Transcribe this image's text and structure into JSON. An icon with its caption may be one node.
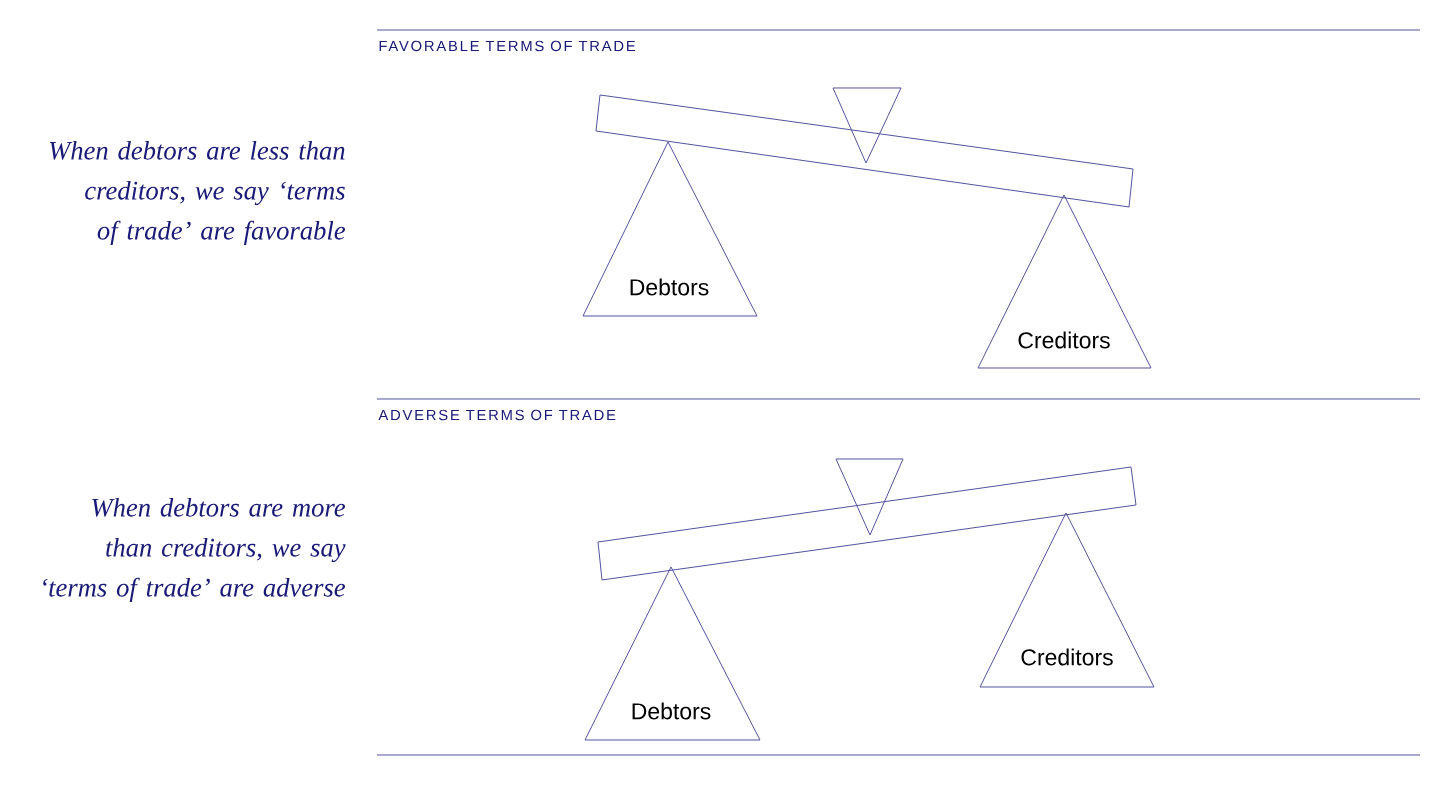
{
  "diagram": {
    "nodes": [
      {
        "text": [
          "Debtors"
        ]
      },
      {
        "text": [
          "Creditors"
        ]
      },
      {
        "text": [
          "Debtors"
        ]
      },
      {
        "text": [
          "Creditors"
        ]
      }
    ],
    "labels": [
      "FAVORABLE TERMS OF TRADE",
      "When debtors are less than creditors, we say ‘terms of trade’ are favorable",
      "ADVERSE TERMS OF TRADE",
      "When debtors are more than creditors, we say ‘terms of trade’ are adverse"
    ]
  }
}
